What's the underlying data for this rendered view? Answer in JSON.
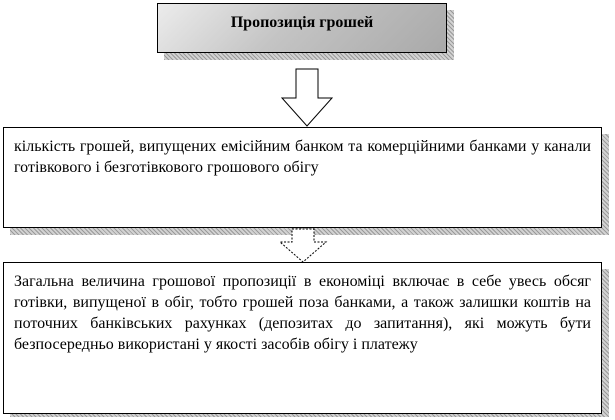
{
  "title": "Пропозиція грошей",
  "box1_text": "кількість грошей, випущених емісійним банком та комерційними банками у канали готівкового і безготівкового грошового обігу",
  "box2_text": "Загальна величина грошової пропозиції в економіці включає в себе увесь обсяг готівки, випущеної в обіг, тобто грошей поза банками, а також залишки коштів на поточних банківських рахунках (депозитах до запитання), які можуть бути безпосередньо використані у якості засобів обігу і платежу",
  "colors": {
    "title_fill_light": "#ececec",
    "title_fill_dark": "#a9a9a9",
    "shadow_hatch": "#9a9a9a",
    "border": "#000000"
  }
}
